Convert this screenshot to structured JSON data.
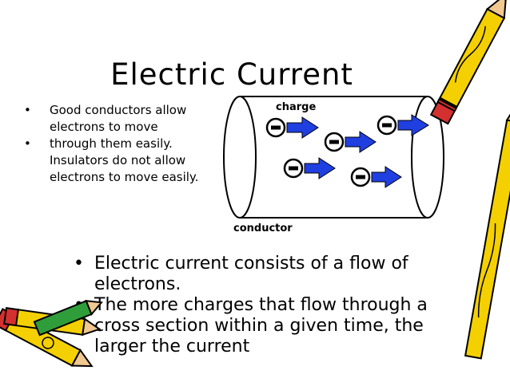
{
  "slide": {
    "title": "Electric Current",
    "left_bullets": [
      "Good conductors allow electrons to move",
      "through them easily. Insulators do not allow electrons to move easily."
    ],
    "main_bullets": [
      "Electric current consists of a flow of electrons.",
      "The more charges that flow through a cross section within a given time, the larger the current"
    ],
    "bullet_symbol": "•"
  },
  "diagram": {
    "charge_label": "charge",
    "conductor_label": "conductor",
    "charge_symbol": "−",
    "arrow_color": "#1f3fe0"
  },
  "decoration": {
    "pencil_icon": "pencil-icon",
    "pencil_color": "#f5d000",
    "pencil_tip_color": "#d43030"
  }
}
